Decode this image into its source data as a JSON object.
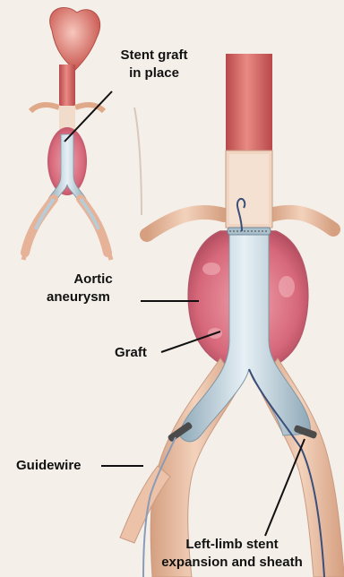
{
  "labels": {
    "stent_graft_in_place_line1": "Stent graft",
    "stent_graft_in_place_line2": "in place",
    "aortic_aneurysm_line1": "Aortic",
    "aortic_aneurysm_line2": "aneurysm",
    "graft": "Graft",
    "guidewire": "Guidewire",
    "left_limb_line1": "Left-limb stent",
    "left_limb_line2": "expansion and sheath"
  },
  "colors": {
    "background": "#f4efe8",
    "aorta": "#d9645f",
    "aorta_dark": "#b8484a",
    "aneurysm": "#d6687a",
    "graft": "#c9dbe4",
    "graft_shade": "#9fb8c6",
    "vessel_tan": "#e9b99a",
    "guidewire": "#3c4f7a",
    "leader": "#111111"
  }
}
